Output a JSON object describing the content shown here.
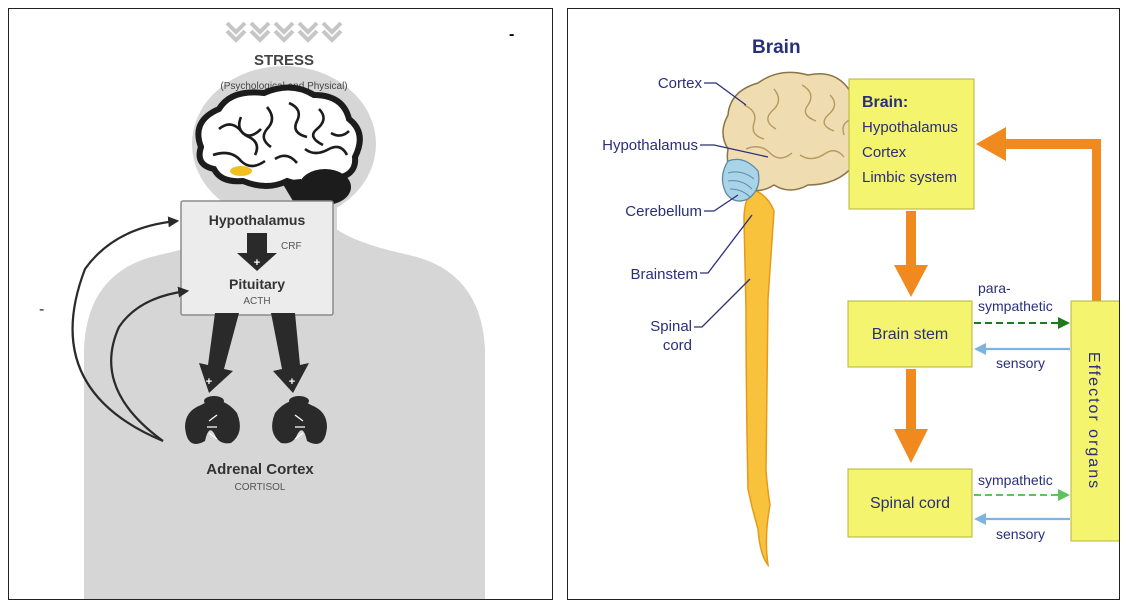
{
  "left_panel": {
    "stress_title": "STRESS",
    "stress_subtitle": "(Psychological and Physical)",
    "corner_mark": "-",
    "hypothalamus": "Hypothalamus",
    "crf": "CRF",
    "plus_hp": "+",
    "pituitary": "Pituitary",
    "acth": "ACTH",
    "plus_left": "+",
    "plus_right": "+",
    "adrenal": "Adrenal Cortex",
    "cortisol": "CORTISOL",
    "feedback_sign": "-",
    "colors": {
      "body": "#d6d6d6",
      "arrows": "#2a2a2a",
      "box": "#ececec",
      "highlight": "#f0c020"
    }
  },
  "right_panel": {
    "title": "Brain",
    "anatomy_labels": {
      "cortex": "Cortex",
      "hypothalamus": "Hypothalamus",
      "cerebellum": "Cerebellum",
      "brainstem": "Brainstem",
      "spinal_line1": "Spinal",
      "spinal_line2": "cord"
    },
    "boxes": {
      "brain_title": "Brain:",
      "brain_items": [
        "Hypothalamus",
        "Cortex",
        "Limbic system"
      ],
      "brain_stem": "Brain stem",
      "spinal_cord": "Spinal cord",
      "effector": "Effector organs"
    },
    "connections": {
      "para_line1": "para-",
      "para_line2": "sympathetic",
      "sensory_top": "sensory",
      "sympathetic": "sympathetic",
      "sensory_bottom": "sensory"
    },
    "colors": {
      "box": "#f4f46e",
      "arrow": "#f08a1e",
      "label": "#2a2f7a",
      "spine": "#f9c23c",
      "brain": "#efdcb0",
      "cerebellum": "#a9d4e8",
      "parasympathetic": "#1e7a1e",
      "sympathetic": "#5cc45c",
      "sensory": "#7fb3e0"
    }
  }
}
